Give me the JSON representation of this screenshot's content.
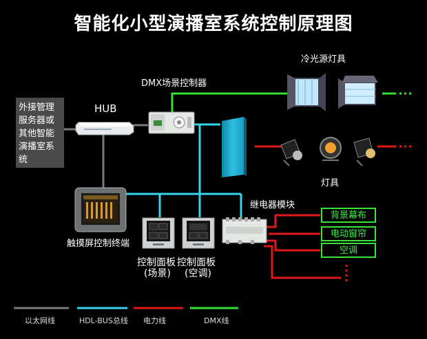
{
  "title": "智能化小型演播室系统控制原理图",
  "external_box": {
    "lines": [
      "外接管理",
      "服务器或",
      "其他智能",
      "演播室系",
      "统"
    ]
  },
  "labels": {
    "hub": "HUB",
    "dmx_controller": "DMX场景控制器",
    "cold_light": "冷光源灯具",
    "lamps": "灯具",
    "relay": "继电器模块",
    "touchscreen": "触摸屏控制终端",
    "panel1_line1": "控制面板",
    "panel1_line2": "(场景)",
    "panel2_line1": "控制面板",
    "panel2_line2": "(空调)"
  },
  "relay_outputs": [
    "背景幕布",
    "电动窗帘",
    "空调"
  ],
  "legend": [
    {
      "label": "以太网线",
      "color": "#7a7a7a"
    },
    {
      "label": "HDL-BUS总线",
      "color": "#33d6ea"
    },
    {
      "label": "电力线",
      "color": "#e01818"
    },
    {
      "label": "DMX线",
      "color": "#35e335"
    }
  ]
}
